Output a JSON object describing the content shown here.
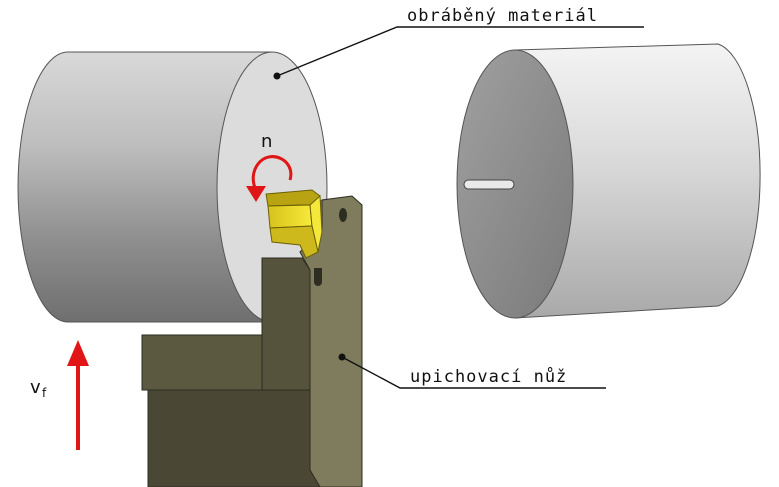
{
  "labels": {
    "workpiece": "obráběný materiál",
    "tool": "upichovací nůž",
    "rotation_symbol": "n",
    "feed_symbol": "v",
    "feed_subscript": "f"
  },
  "colors": {
    "arrow": "#e01515",
    "insert": "#f2e01a",
    "holder": "#7e7c5c",
    "holder_dark": "#4f4d38",
    "workpiece_face": "#dcdcdc",
    "workpiece_body": "#9a9a9a"
  }
}
